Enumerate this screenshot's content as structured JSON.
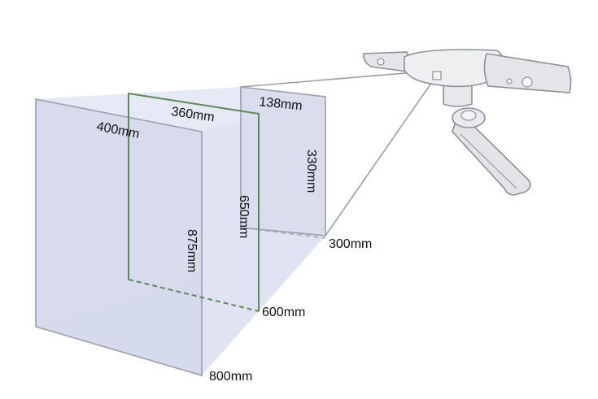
{
  "dimensions": {
    "far_width": "400mm",
    "far_height": "875mm",
    "far_distance": "800mm",
    "mid_width": "360mm",
    "mid_height": "650mm",
    "mid_distance": "600mm",
    "near_width": "138mm",
    "near_height": "330mm",
    "near_distance": "300mm"
  },
  "colors": {
    "frustum_fill": "#dfe3f3",
    "frustum_edge": "#9a9eaa",
    "green_frame": "#5a8a55",
    "dashed_line": "#a6a9b3",
    "device_body": "#e4e5e8",
    "device_outline": "#8e9097"
  },
  "icons": {
    "device": "3d-scanner-on-tripod-icon"
  }
}
